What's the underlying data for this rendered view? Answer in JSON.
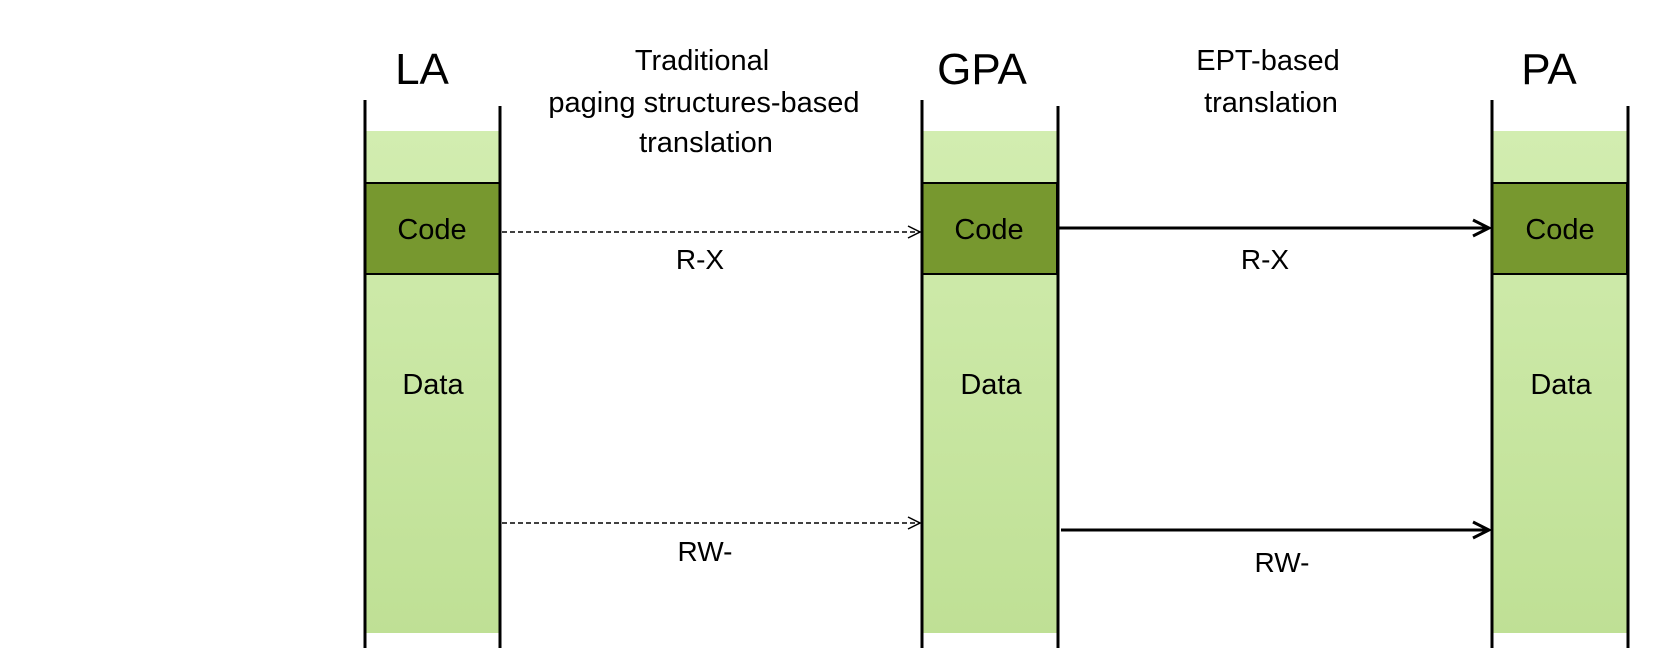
{
  "columns": {
    "la": {
      "title": "LA",
      "code_label": "Code",
      "data_label": "Data"
    },
    "gpa": {
      "title": "GPA",
      "code_label": "Code",
      "data_label": "Data"
    },
    "pa": {
      "title": "PA",
      "code_label": "Code",
      "data_label": "Data"
    }
  },
  "captions": {
    "traditional": {
      "line1": "Traditional",
      "line2": "paging structures-based",
      "line3": "translation"
    },
    "ept": {
      "line1": "EPT-based",
      "line2": "translation"
    }
  },
  "arrows": {
    "la_gpa_code": {
      "label": "R-X",
      "style": "dashed"
    },
    "la_gpa_data": {
      "label": "RW-",
      "style": "dashed"
    },
    "gpa_pa_code": {
      "label": "R-X",
      "style": "solid"
    },
    "gpa_pa_data": {
      "label": "RW-",
      "style": "solid"
    }
  },
  "colors": {
    "memory_fill_light": "#d2edb0",
    "memory_fill_dark": "#bfe095",
    "code_segment_fill": "#77982f",
    "line": "#000000"
  }
}
